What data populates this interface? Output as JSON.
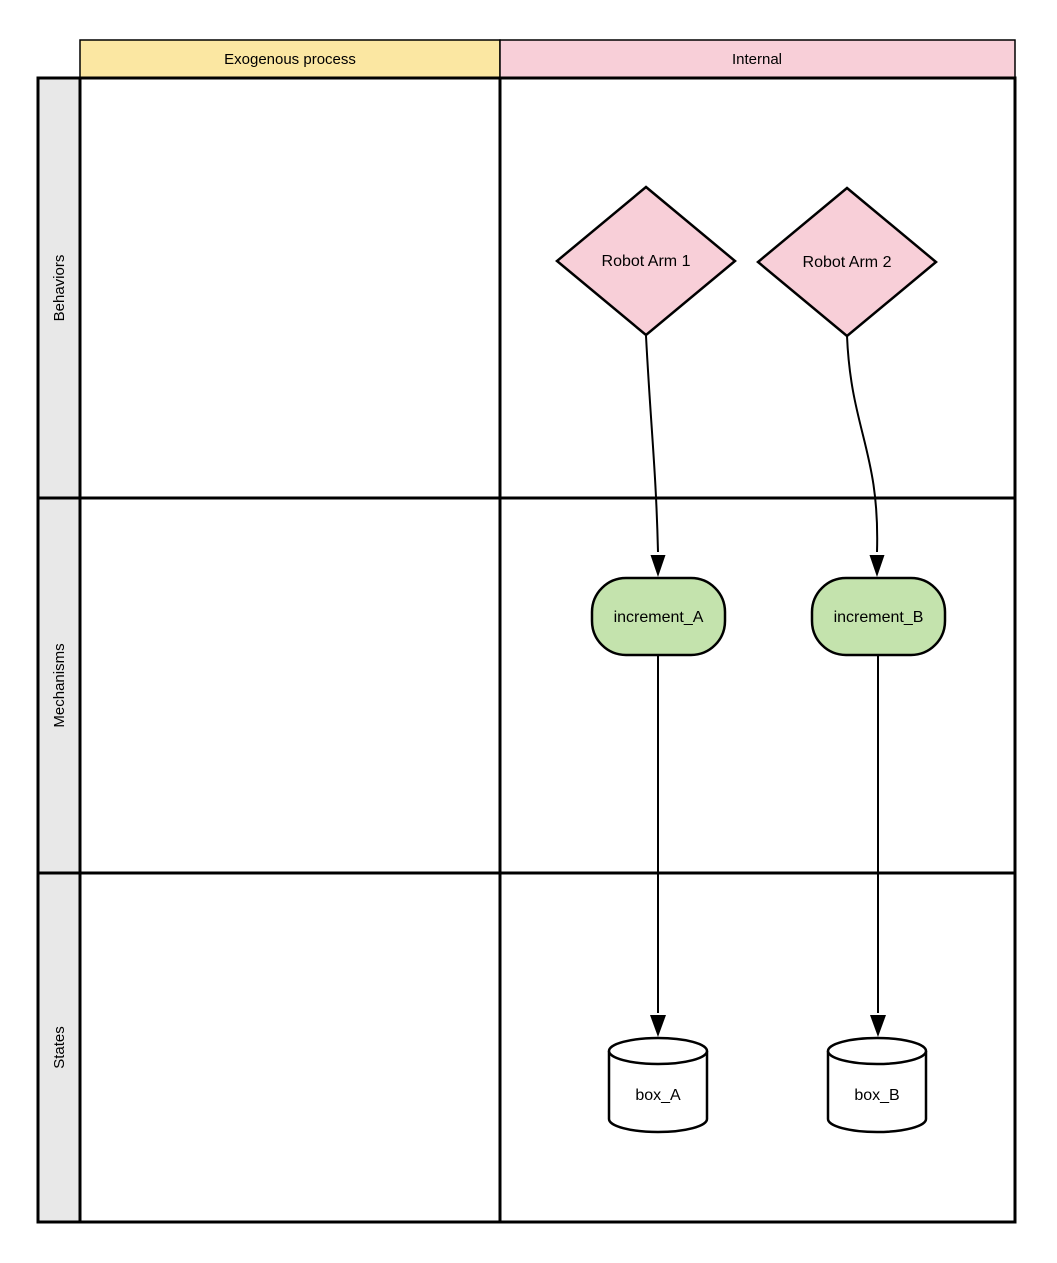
{
  "diagram": {
    "headers": [
      {
        "label": "Exogenous process",
        "color": "#fbe7a2"
      },
      {
        "label": "Internal",
        "color": "#f8cfd8"
      }
    ],
    "rows": [
      {
        "label": "Behaviors"
      },
      {
        "label": "Mechanisms"
      },
      {
        "label": "States"
      }
    ],
    "nodes": {
      "robot_arm_1": {
        "label": "Robot Arm 1",
        "shape": "diamond",
        "fill": "#f8cfd8"
      },
      "robot_arm_2": {
        "label": "Robot Arm 2",
        "shape": "diamond",
        "fill": "#f8cfd8"
      },
      "increment_a": {
        "label": "increment_A",
        "shape": "rounded-rectangle",
        "fill": "#c4e3ad"
      },
      "increment_b": {
        "label": "increment_B",
        "shape": "rounded-rectangle",
        "fill": "#c4e3ad"
      },
      "box_a": {
        "label": "box_A",
        "shape": "cylinder",
        "fill": "#ffffff"
      },
      "box_b": {
        "label": "box_B",
        "shape": "cylinder",
        "fill": "#ffffff"
      }
    },
    "edges": [
      {
        "from": "Robot Arm 1",
        "to": "increment_A"
      },
      {
        "from": "Robot Arm 2",
        "to": "increment_B"
      },
      {
        "from": "increment_A",
        "to": "box_A"
      },
      {
        "from": "increment_B",
        "to": "box_B"
      }
    ],
    "colors": {
      "row_label_bg": "#e8e8e8",
      "grid_line": "#000000",
      "node_stroke": "#000000",
      "edge": "#000000",
      "background": "#ffffff"
    }
  }
}
